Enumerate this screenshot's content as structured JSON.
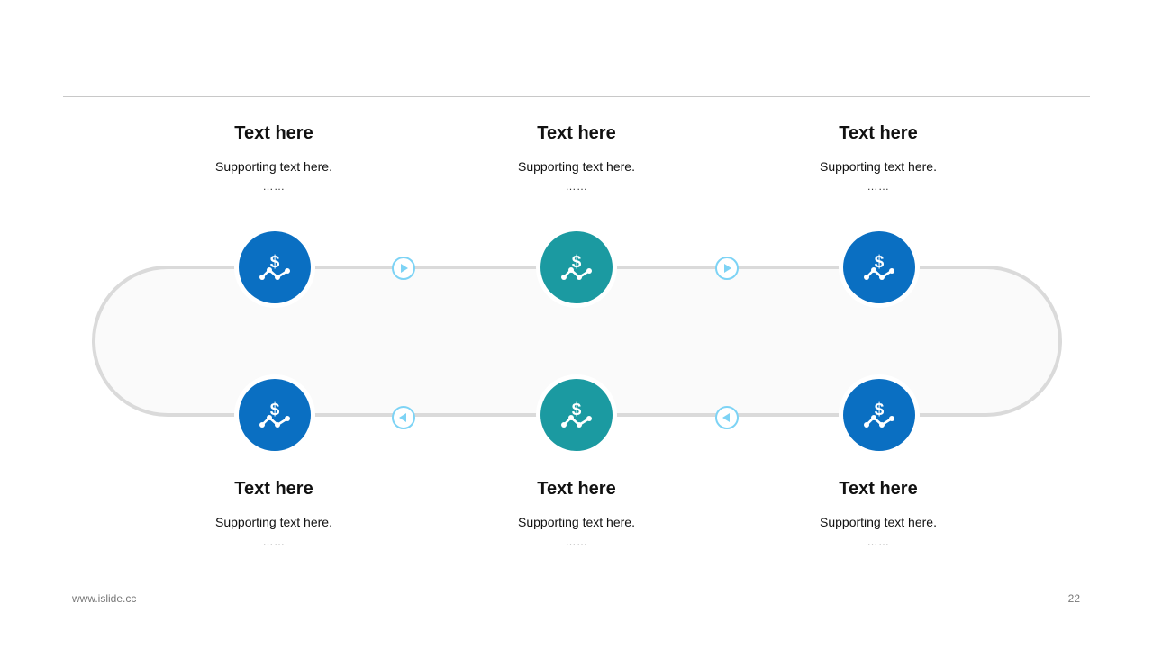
{
  "colors": {
    "blue": "#0a6fc2",
    "teal": "#1b9aa1",
    "track": "#dadada",
    "track_fill": "#fafafa",
    "arrow": "#7dd3f5"
  },
  "icon": "money-growth-icon",
  "nodes": [
    {
      "title": "Text here",
      "text": "Supporting text here.",
      "dots": "……",
      "color": "blue"
    },
    {
      "title": "Text here",
      "text": "Supporting text here.",
      "dots": "……",
      "color": "teal"
    },
    {
      "title": "Text here",
      "text": "Supporting text here.",
      "dots": "……",
      "color": "blue"
    },
    {
      "title": "Text here",
      "text": "Supporting text here.",
      "dots": "……",
      "color": "blue"
    },
    {
      "title": "Text here",
      "text": "Supporting text here.",
      "dots": "……",
      "color": "teal"
    },
    {
      "title": "Text here",
      "text": "Supporting text here.",
      "dots": "……",
      "color": "blue"
    }
  ],
  "arrows_top": "play-right-icon",
  "arrows_bottom": "play-left-icon",
  "footer": {
    "url": "www.islide.cc",
    "page": "22"
  }
}
